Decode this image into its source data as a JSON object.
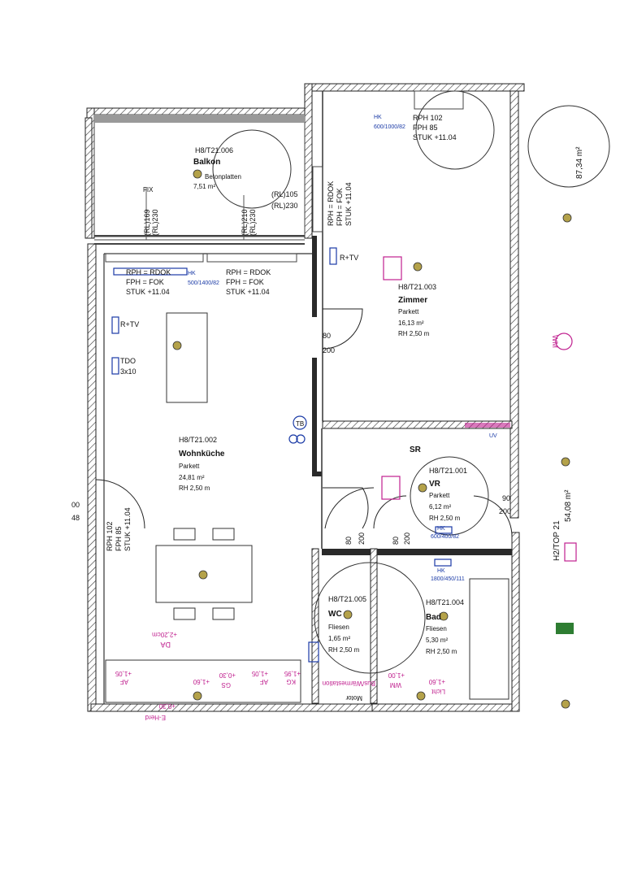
{
  "rooms": {
    "balkon": {
      "code": "H8/T21.006",
      "name": "Balkon",
      "floor": "Betonplatten",
      "area": "7,51 m²"
    },
    "zimmer": {
      "code": "H8/T21.003",
      "name": "Zimmer",
      "floor": "Parkett",
      "area": "16,13 m²",
      "height": "RH 2,50 m"
    },
    "wohn": {
      "code": "H8/T21.002",
      "name": "Wohnküche",
      "floor": "Parkett",
      "area": "24,81 m²",
      "height": "RH 2,50 m"
    },
    "vr": {
      "code": "H8/T21.001",
      "name": "VR",
      "floor": "Parkett",
      "area": "6,12 m²",
      "height": "RH 2,50 m"
    },
    "wc": {
      "code": "H8/T21.005",
      "name": "WC",
      "floor": "Fliesen",
      "area": "1,65 m²",
      "height": "RH 2,50 m"
    },
    "bad": {
      "code": "H8/T21.004",
      "name": "Bad",
      "floor": "Fliesen",
      "area": "5,30 m²",
      "height": "RH 2,50 m"
    }
  },
  "apartment": {
    "label": "H2/TOP 21",
    "area": "54,08 m²"
  },
  "neighbor_area": "87,34 m²",
  "notes": {
    "rph_rdok": "RPH = RDOK",
    "fph_fok": "FPH = FOK",
    "stuk": "STUK +11.04",
    "fph85": "FPH 85",
    "rph102": "RPH 102",
    "r_tv": "R+TV",
    "tdo": "TDO",
    "tdo_size": "3x10",
    "tb": "TB",
    "sr": "SR",
    "fix": "FIX",
    "rl169": "(RL)169",
    "rl230": "(RL)230",
    "rl210": "(RL)210",
    "rl105": "(RL)105",
    "hk_wohn": "500/1400/82",
    "hk_zimmer": "600/1000/82",
    "hk_vr": "600/400/82",
    "hk_bad": "1800/450/111",
    "hk": "HK",
    "dim_80": "80",
    "dim_200": "200",
    "dim_90": "90",
    "dim_00": "00",
    "dim_48": "48",
    "uv": "UV",
    "wm": "WM",
    "da": "DA",
    "da_h": "+2,20cm",
    "af": "AF",
    "af_h": "+1,05",
    "gs": "GS",
    "gs_h": "+0,30",
    "licht": "Licht",
    "licht_h": "+1,60",
    "wm_h": "+1,00",
    "kg": "KG",
    "kg_h": "+1,95",
    "herd": "E-Herd",
    "bus": "Bus/Wärmestation",
    "motor": "Motor"
  }
}
